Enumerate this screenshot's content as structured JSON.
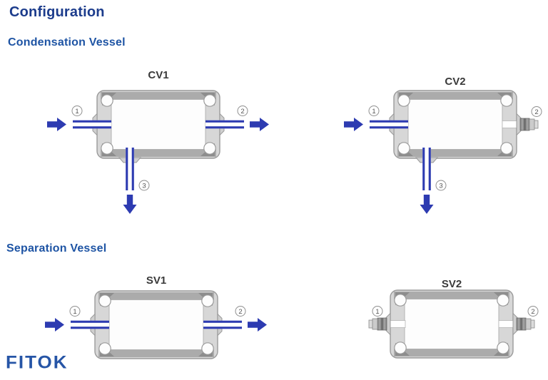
{
  "page": {
    "title": "Configuration",
    "section_condensation": "Condensation Vessel",
    "section_separation": "Separation Vessel",
    "logo": "FITOK"
  },
  "colors": {
    "title_blue": "#1c3c8c",
    "subtitle_blue": "#1e54a4",
    "flow_blue": "#2d3bb1",
    "vessel_label_gray": "#3a3a3a",
    "body_gray": "#d7d7d7",
    "band_gray": "#ababab",
    "corner_gray": "#8d8d8d",
    "outline_gray": "#9a9a9a",
    "boss_gray": "#cfcfcf",
    "nut_dark_gray": "#6f6f6f",
    "port_circle_gray": "#8f8f8f",
    "port_digit_gray": "#555555",
    "logo_blue": "#2655a6"
  },
  "vessels": [
    {
      "id": "cv1",
      "label": "CV1",
      "section": "Condensation Vessel",
      "ports": [
        {
          "num": "1",
          "side": "left",
          "type": "tube",
          "flow": "in"
        },
        {
          "num": "2",
          "side": "right",
          "type": "tube",
          "flow": "out"
        },
        {
          "num": "3",
          "side": "bottom",
          "type": "tube",
          "flow": "out"
        }
      ]
    },
    {
      "id": "cv2",
      "label": "CV2",
      "section": "Condensation Vessel",
      "ports": [
        {
          "num": "1",
          "side": "left",
          "type": "tube",
          "flow": "in"
        },
        {
          "num": "2",
          "side": "right",
          "type": "plug",
          "flow": "none"
        },
        {
          "num": "3",
          "side": "bottom",
          "type": "tube",
          "flow": "out"
        }
      ]
    },
    {
      "id": "sv1",
      "label": "SV1",
      "section": "Separation Vessel",
      "ports": [
        {
          "num": "1",
          "side": "left",
          "type": "tube",
          "flow": "in"
        },
        {
          "num": "2",
          "side": "right",
          "type": "tube",
          "flow": "out"
        }
      ]
    },
    {
      "id": "sv2",
      "label": "SV2",
      "section": "Separation Vessel",
      "ports": [
        {
          "num": "1",
          "side": "left",
          "type": "plug",
          "flow": "none"
        },
        {
          "num": "2",
          "side": "right",
          "type": "plug",
          "flow": "none"
        }
      ]
    }
  ]
}
